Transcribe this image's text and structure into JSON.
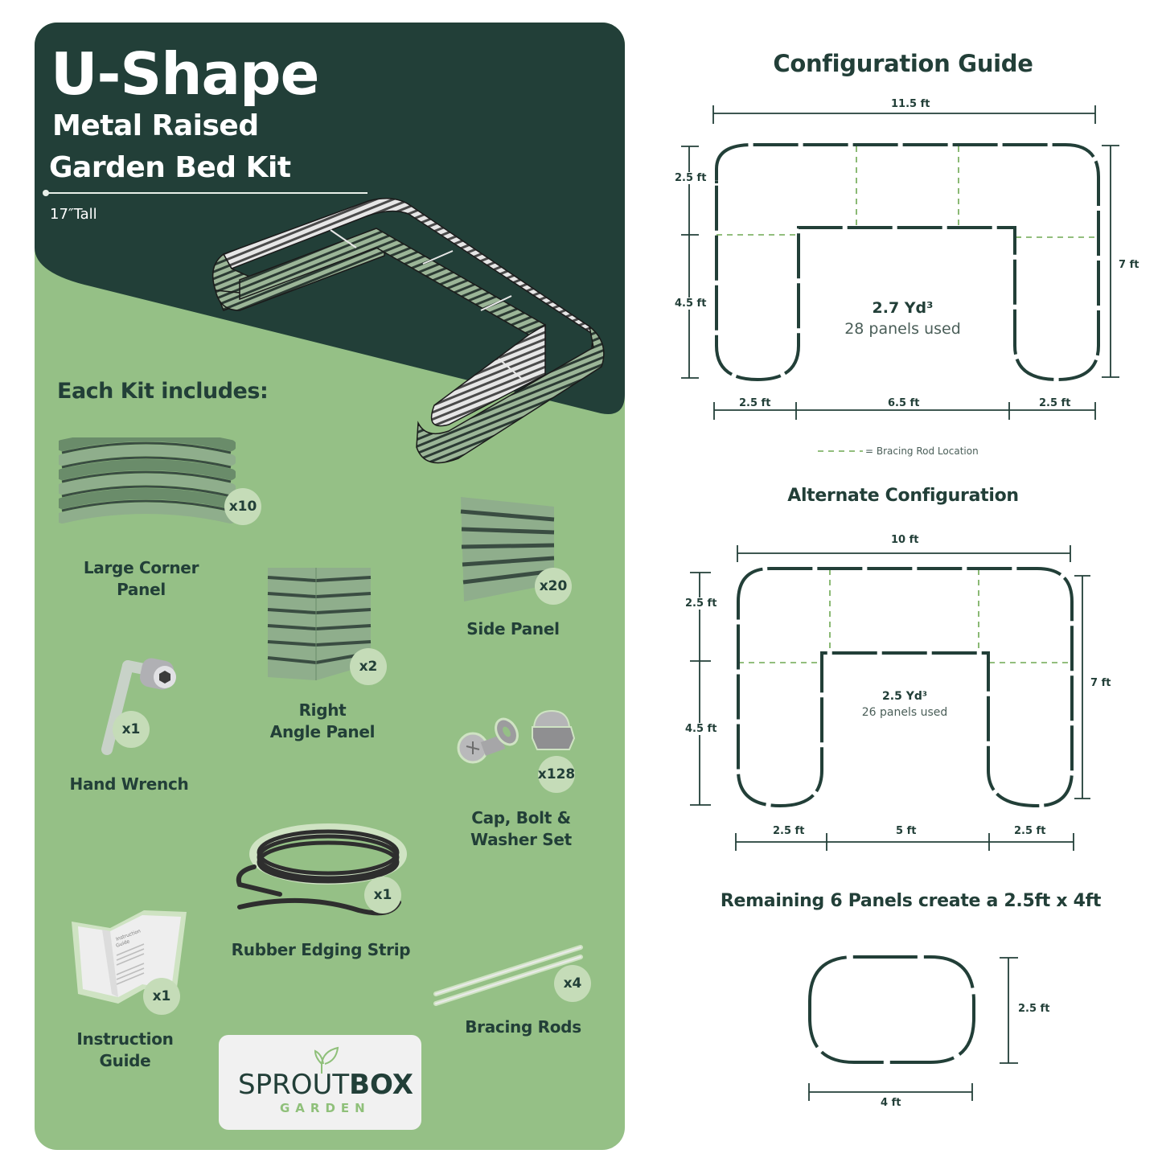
{
  "header": {
    "title": "U-Shape",
    "subtitle_line1": "Metal Raised",
    "subtitle_line2": "Garden Bed Kit",
    "height_label": "17″Tall"
  },
  "kit": {
    "heading": "Each Kit includes:",
    "items": [
      {
        "name": "Large Corner Panel",
        "qty": "x10"
      },
      {
        "name_line1": "Right",
        "name_line2": "Angle Panel",
        "qty": "x2"
      },
      {
        "name": "Side Panel",
        "qty": "x20"
      },
      {
        "name": "Hand Wrench",
        "qty": "x1"
      },
      {
        "name_line1": "Cap, Bolt &",
        "name_line2": "Washer Set",
        "qty": "x128"
      },
      {
        "name": "Rubber Edging Strip",
        "qty": "x1"
      },
      {
        "name_line1": "Instruction",
        "name_line2": "Guide",
        "qty": "x1"
      },
      {
        "name": "Bracing Rods",
        "qty": "x4"
      }
    ],
    "instruction_doc_text": "Instruction Guide"
  },
  "logo": {
    "word_light": "SPROUT",
    "word_bold": "BOX",
    "sub": "GARDEN"
  },
  "config_guide": {
    "title": "Configuration Guide",
    "total_width": "11.5 ft",
    "top_height": "2.5 ft",
    "leg_height": "4.5 ft",
    "total_height": "7 ft",
    "bottom_left": "2.5 ft",
    "bottom_middle": "6.5 ft",
    "bottom_right": "2.5 ft",
    "volume": "2.7 Yd³",
    "panels": "28 panels used",
    "legend": "= Bracing Rod Location"
  },
  "alt_config": {
    "title": "Alternate Configuration",
    "total_width": "10 ft",
    "top_height": "2.5 ft",
    "leg_height": "4.5 ft",
    "total_height": "7 ft",
    "bottom_left": "2.5 ft",
    "bottom_middle": "5 ft",
    "bottom_right": "2.5 ft",
    "volume": "2.5 Yd³",
    "panels": "26 panels used"
  },
  "remaining": {
    "title": "Remaining 6 Panels create a 2.5ft x 4ft",
    "height": "2.5 ft",
    "width": "4 ft"
  },
  "colors": {
    "dark_green": "#223f38",
    "light_green": "#95c086",
    "badge": "#c5dcb8",
    "bracing_dash": "#6ea852"
  }
}
